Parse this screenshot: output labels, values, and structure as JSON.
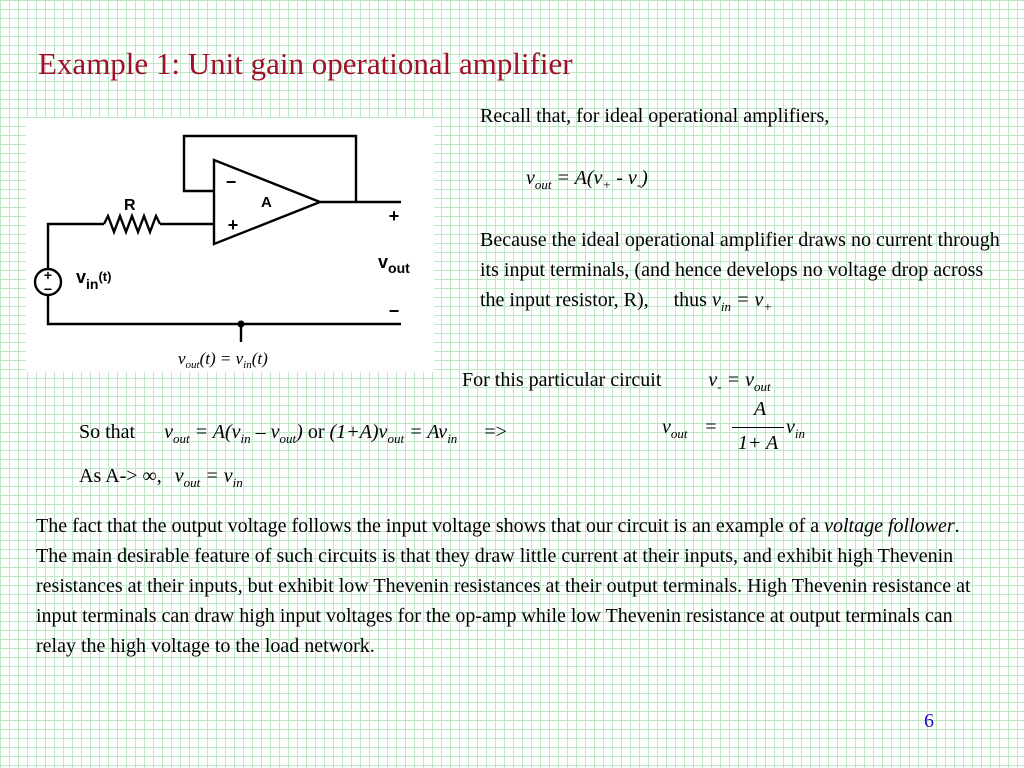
{
  "title": "Example 1: Unit gain operational amplifier",
  "recall": "Recall that, for ideal operational amplifiers,",
  "eq1": {
    "lhs": "v",
    "lhs_sub": "out",
    "mid": " = A(v",
    "p_sub": "+",
    "minus": " - v",
    "m_sub": "-",
    "end": ")"
  },
  "because": "Because the ideal operational amplifier draws no current through its input terminals, (and hence develops no voltage drop across the input resistor, R),",
  "thus": "thus",
  "vin": "v",
  "vin_sub": "in",
  "eq_sign": " = ",
  "vplus": "v",
  "vplus_sub": "+",
  "particular": "For this particular circuit",
  "vminus": "v",
  "vminus_sub": "-",
  "vout": "v",
  "vout_sub": "out",
  "so_that": "So that",
  "eq2": {
    "a": "v",
    "a_sub": "out",
    "b": " = A(v",
    "b_sub": "in",
    "c": " – v",
    "c_sub": "out",
    "d": ")"
  },
  "or_word": " or ",
  "eq3": {
    "a": "(1+A)v",
    "a_sub": "out",
    "b": " = Av",
    "b_sub": "in"
  },
  "implies": "=>",
  "frac": {
    "lhs": "v",
    "lhs_sub": "out",
    "eq": "=",
    "num": "A",
    "den": "1+ A",
    "rhs": "v",
    "rhs_sub": "in"
  },
  "limit": {
    "a": "As A-> ",
    "inf": "∞",
    "b": ",",
    "c": "v",
    "c_sub": "out",
    "d": " = v",
    "d_sub": "in"
  },
  "para": {
    "p1": "The fact that the output voltage follows the input voltage shows that our circuit is an example of a ",
    "emph": "voltage follower",
    "p2": ". The main desirable feature of such circuits is that they draw little current at their inputs, and exhibit high Thevenin  resistances at their inputs, but exhibit low Thevenin resistances at their output terminals.   High Thevenin resistance at input terminals can draw high input voltages for the op-amp while low Thevenin resistance at output terminals can relay the  high voltage to the load network."
  },
  "circuit": {
    "r_label": "R",
    "a_label": "A",
    "minus_in": "−",
    "plus_in": "+",
    "out_plus": "+",
    "out_minus": "−",
    "vout_label": "v",
    "vout_sub": "out",
    "src_plus": "+",
    "src_minus": "−",
    "vin_label": "v",
    "vin_sub": "in",
    "vin_t": "(t)",
    "caption": "v",
    "caption_sub1": "out",
    "caption_mid": "(t) = v",
    "caption_sub2": "in",
    "caption_end": "(t)"
  },
  "page_number": "6"
}
